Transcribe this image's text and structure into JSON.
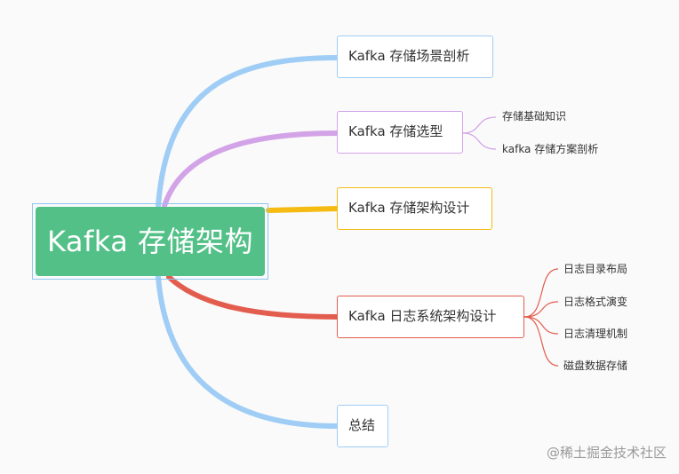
{
  "root": {
    "label": "Kafka 存储架构"
  },
  "branches": [
    {
      "label": "Kafka 存储场景剖析",
      "color": "#9fcdf5"
    },
    {
      "label": "Kafka 存储选型",
      "color": "#d3a3e8",
      "children": [
        "存储基础知识",
        "kafka 存储方案剖析"
      ]
    },
    {
      "label": "Kafka 存储架构设计",
      "color": "#f5bb12"
    },
    {
      "label": "Kafka 日志系统架构设计",
      "color": "#e35d4f",
      "children": [
        "日志目录布局",
        "日志格式演变",
        "日志清理机制",
        "磁盘数据存储"
      ]
    },
    {
      "label": "总结",
      "color": "#9fcdf5"
    }
  ],
  "watermark": "@稀土掘金技术社区"
}
